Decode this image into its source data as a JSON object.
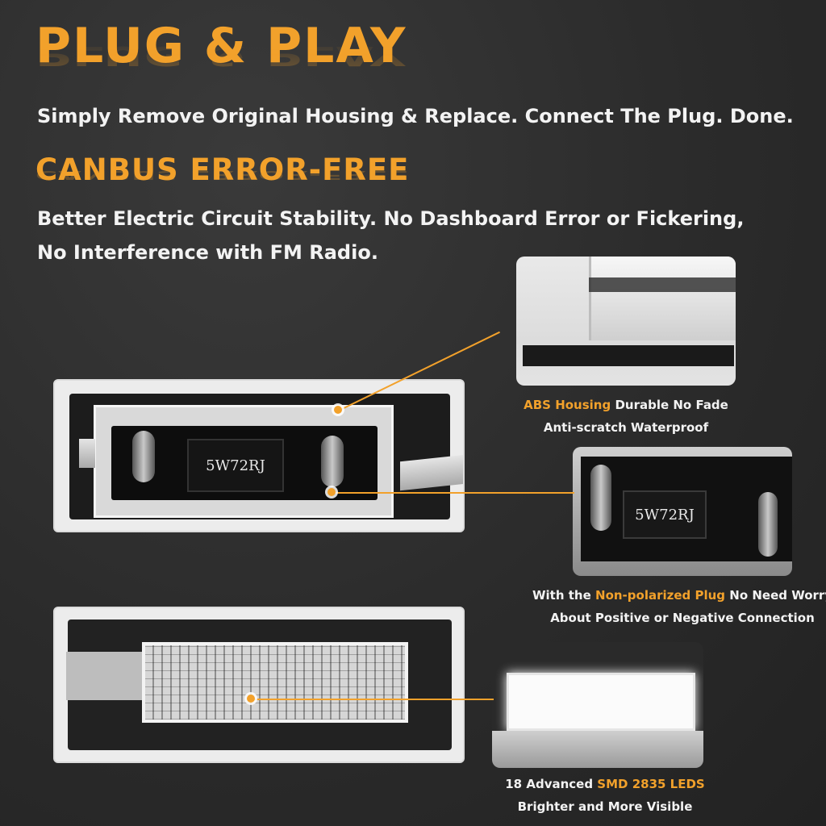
{
  "header": {
    "title": "PLUG & PLAY",
    "subtitle": "Simply Remove Original Housing & Replace. Connect The Plug. Done.",
    "title2": "CANBUS ERROR-FREE",
    "subtitle2": "Better Electric Circuit Stability. No Dashboard Error or Fickering, No Interference with FM Radio."
  },
  "callouts": {
    "housing": {
      "highlight": "ABS Housing",
      "rest": " Durable No Fade",
      "line2": "Anti-scratch Waterproof"
    },
    "plug": {
      "prefix": "With the ",
      "highlight": "Non-polarized Plug",
      "rest": " No Need Worry",
      "line2": "About Positive or Negative Connection"
    },
    "leds": {
      "prefix": "18 Advanced ",
      "highlight": "SMD 2835 LEDS",
      "line2": "Brighter and More Visible"
    }
  },
  "product": {
    "resistor_marking": "5W72RJ"
  },
  "colors": {
    "accent": "#f2a12b",
    "background": "#2b2b2b",
    "text": "#f3f3f3"
  }
}
